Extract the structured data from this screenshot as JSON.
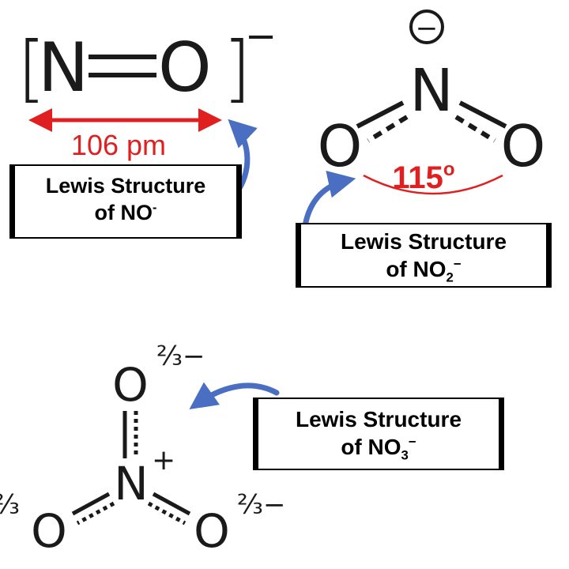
{
  "no_minus": {
    "atom_left": "N",
    "atom_right": "O",
    "bracket_left": "[",
    "bracket_right": "]",
    "charge": "−",
    "bond_length": "106 pm",
    "label_line1": "Lewis Structure",
    "label_line2_prefix": "of NO",
    "label_line2_charge": "-"
  },
  "no2_minus": {
    "atom_center": "N",
    "atom_left": "O",
    "atom_right": "O",
    "charge": "−",
    "angle_value": "115",
    "angle_unit": "o",
    "label_line1": "Lewis Structure",
    "label_line2_prefix": "of NO",
    "label_line2_sub": "2",
    "label_line2_charge": "−"
  },
  "no3_minus": {
    "atom_center": "N",
    "atom_top": "O",
    "atom_left": "O",
    "atom_right": "O",
    "center_charge": "+",
    "partial_charge_top": "⅔−",
    "partial_charge_left": "⅔",
    "partial_charge_right": "⅔−",
    "label_line1": "Lewis Structure",
    "label_line2_prefix": "of NO",
    "label_line2_sub": "3",
    "label_line2_charge": "−"
  },
  "colors": {
    "ink": "#1a1a1a",
    "measure_red": "#e02020",
    "arrow_blue": "#4a6fc2",
    "ink_gray": "#555555"
  }
}
